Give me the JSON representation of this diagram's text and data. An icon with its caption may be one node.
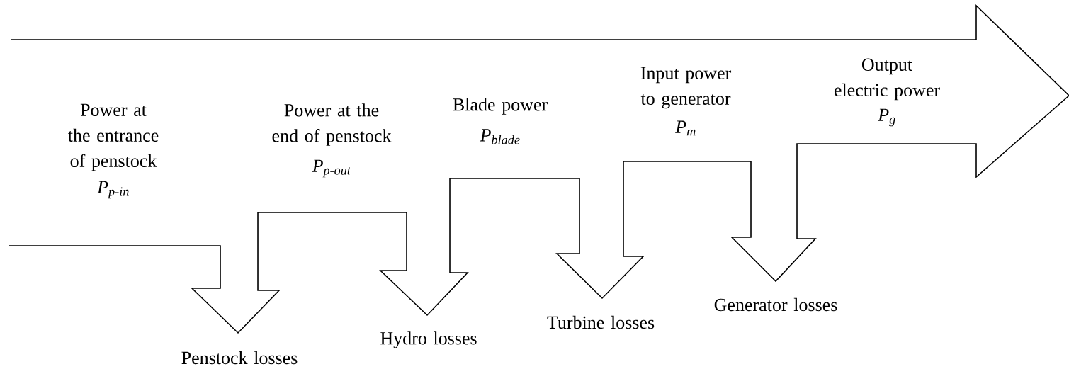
{
  "diagram": {
    "labels": [
      "Power at the entrance of penstock",
      "P$_{p-in}$",
      "Power at the end of penstock",
      "P$_{p-out}$",
      "Blade power",
      "P$_{blade}$",
      "Input power to generator",
      "P$_{m}$",
      "Output electric power",
      "P$_{g}$",
      "Penstock losses",
      "Hydro losses",
      "Turbine losses",
      "Generator losses"
    ]
  }
}
